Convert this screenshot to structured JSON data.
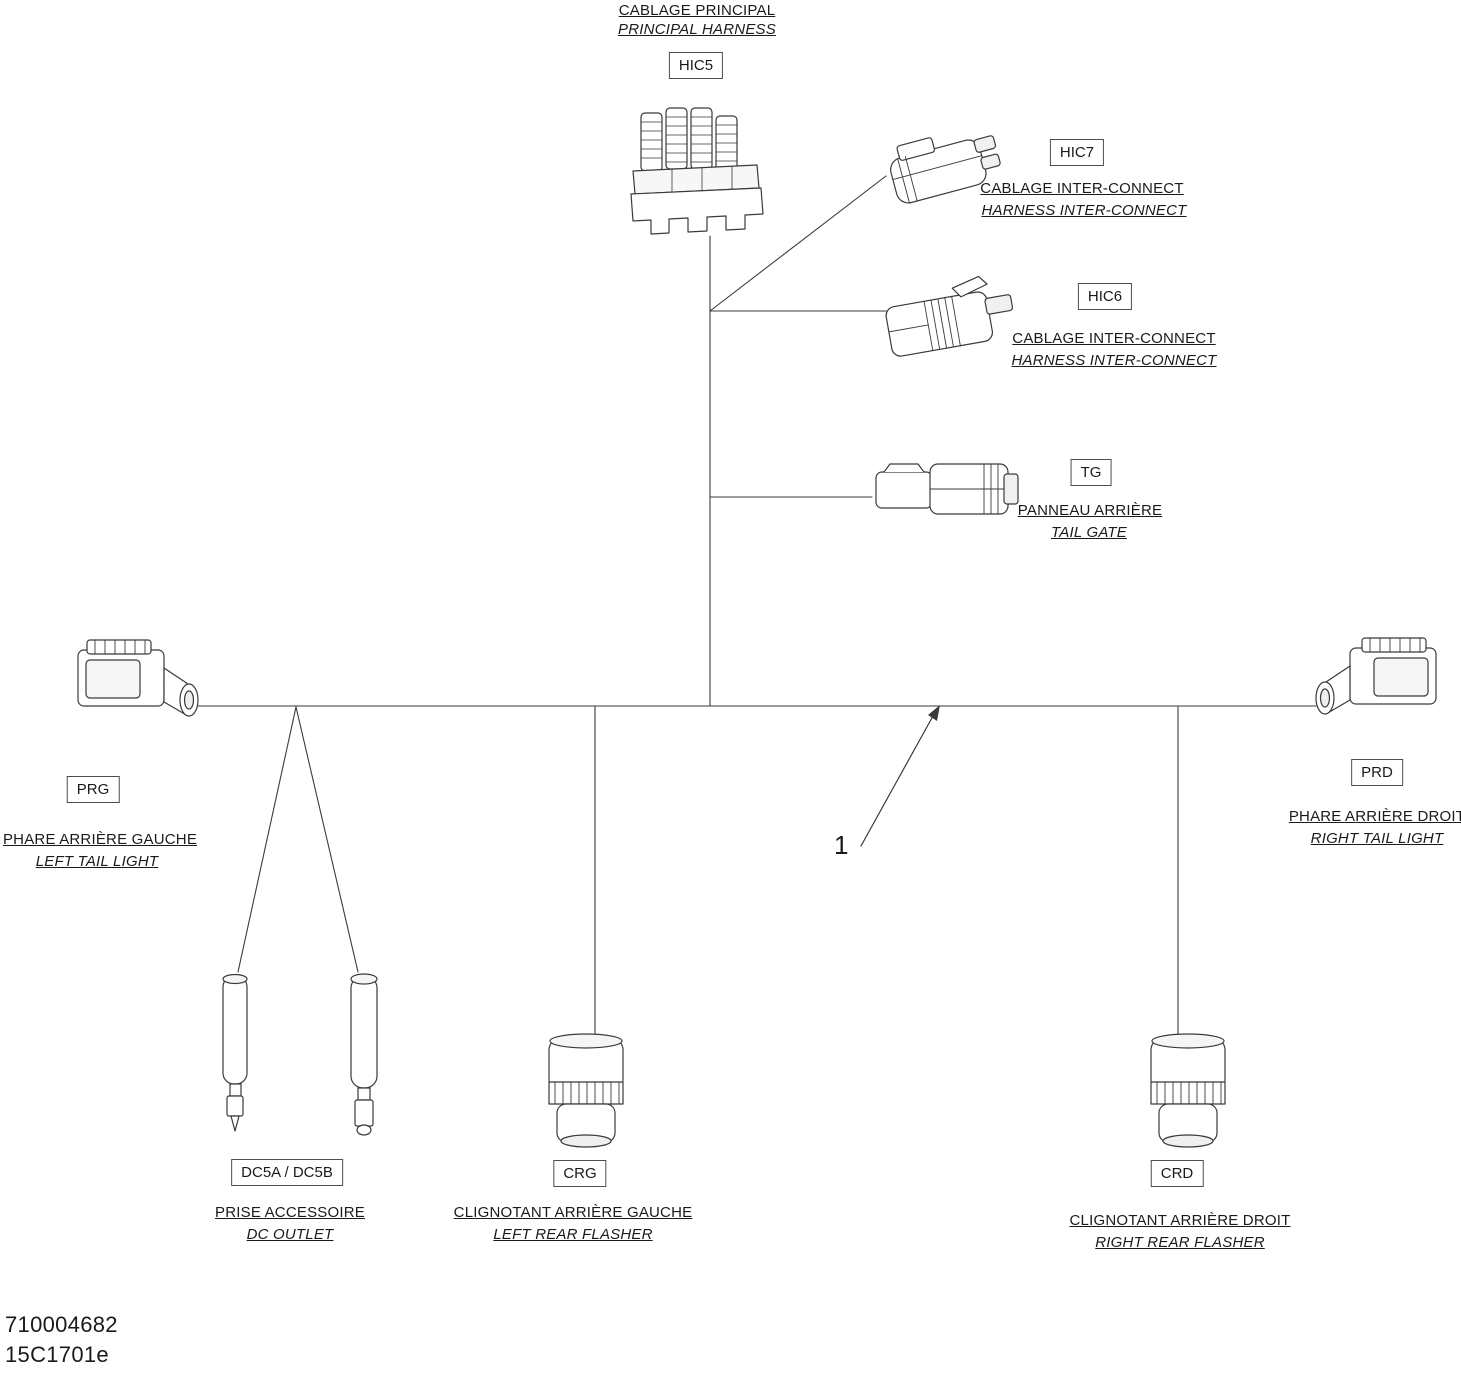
{
  "page": {
    "background_color": "#ffffff",
    "ink_color": "#1a1a1a",
    "line_color": "#3a3a3a"
  },
  "footer": {
    "part_number": "710004682",
    "revision": "15C1701e"
  },
  "callouts": {
    "harness_ref": "1"
  },
  "connectors": {
    "hic5": {
      "code": "HIC5",
      "fr": "CABLAGE PRINCIPAL",
      "en": "PRINCIPAL HARNESS"
    },
    "hic7": {
      "code": "HIC7",
      "fr": "CABLAGE INTER-CONNECT",
      "en": "HARNESS INTER-CONNECT"
    },
    "hic6": {
      "code": "HIC6",
      "fr": "CABLAGE INTER-CONNECT",
      "en": "HARNESS INTER-CONNECT"
    },
    "tg": {
      "code": "TG",
      "fr": "PANNEAU ARRIÈRE",
      "en": "TAIL GATE"
    },
    "prg": {
      "code": "PRG",
      "fr": "PHARE ARRIÈRE GAUCHE",
      "en": "LEFT TAIL LIGHT"
    },
    "prd": {
      "code": "PRD",
      "fr": "PHARE ARRIÈRE DROIT",
      "en": "RIGHT TAIL LIGHT"
    },
    "dc5": {
      "code": "DC5A / DC5B",
      "fr": "PRISE ACCESSOIRE",
      "en": "DC OUTLET"
    },
    "crg": {
      "code": "CRG",
      "fr": "CLIGNOTANT ARRIÈRE GAUCHE",
      "en": "LEFT REAR FLASHER"
    },
    "crd": {
      "code": "CRD",
      "fr": "CLIGNOTANT ARRIÈRE DROIT",
      "en": "RIGHT REAR FLASHER"
    }
  }
}
